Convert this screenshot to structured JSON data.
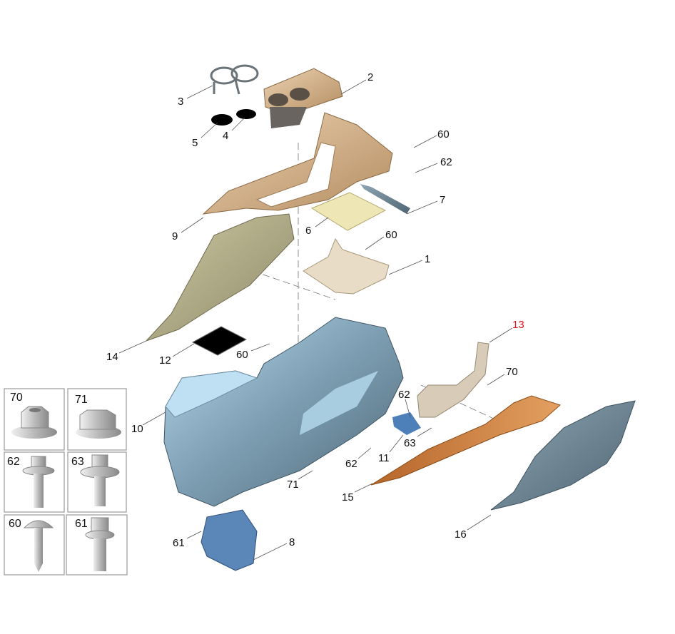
{
  "diagram": {
    "title_hidden": null,
    "callouts": [
      {
        "id": "3",
        "text": "3"
      },
      {
        "id": "2",
        "text": "2"
      },
      {
        "id": "5",
        "text": "5"
      },
      {
        "id": "4",
        "text": "4"
      },
      {
        "id": "60a",
        "text": "60"
      },
      {
        "id": "62a",
        "text": "62"
      },
      {
        "id": "7",
        "text": "7"
      },
      {
        "id": "9",
        "text": "9"
      },
      {
        "id": "6",
        "text": "6"
      },
      {
        "id": "60b",
        "text": "60"
      },
      {
        "id": "1",
        "text": "1"
      },
      {
        "id": "13",
        "text": "13"
      },
      {
        "id": "14",
        "text": "14"
      },
      {
        "id": "12",
        "text": "12"
      },
      {
        "id": "60c",
        "text": "60"
      },
      {
        "id": "70",
        "text": "70"
      },
      {
        "id": "10",
        "text": "10"
      },
      {
        "id": "62b",
        "text": "62"
      },
      {
        "id": "63",
        "text": "63"
      },
      {
        "id": "11",
        "text": "11"
      },
      {
        "id": "62c",
        "text": "62"
      },
      {
        "id": "71",
        "text": "71"
      },
      {
        "id": "15",
        "text": "15"
      },
      {
        "id": "16",
        "text": "16"
      },
      {
        "id": "61",
        "text": "61"
      },
      {
        "id": "8",
        "text": "8"
      }
    ],
    "fastener_legend": [
      {
        "text": "70"
      },
      {
        "text": "71"
      },
      {
        "text": "62"
      },
      {
        "text": "63"
      },
      {
        "text": "60"
      },
      {
        "text": "61"
      }
    ],
    "colors": {
      "highlight": "#e8141c",
      "console": "#6f8ea3",
      "trim_tan": "#d7b58c",
      "trim_orange": "#c9782e",
      "panel_olive": "#b3ad86",
      "panel_grey": "#607888",
      "bracket_blue": "#4d7fb8"
    }
  }
}
